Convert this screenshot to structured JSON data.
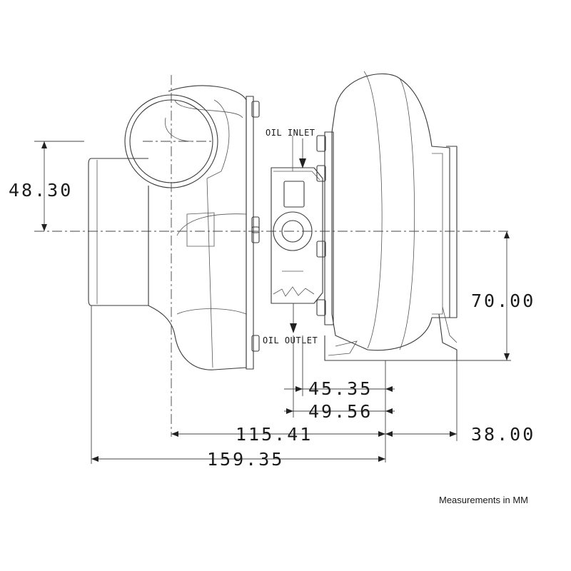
{
  "drawing": {
    "dimensions": {
      "d_48_30": "48.30",
      "d_70_00": "70.00",
      "d_45_35": "45.35",
      "d_49_56": "49.56",
      "d_115_41": "115.41",
      "d_38_00": "38.00",
      "d_159_35": "159.35"
    },
    "callouts": {
      "oil_inlet": "OIL INLET",
      "oil_outlet": "OIL OUTLET"
    },
    "units_note": "Measurements in MM"
  }
}
